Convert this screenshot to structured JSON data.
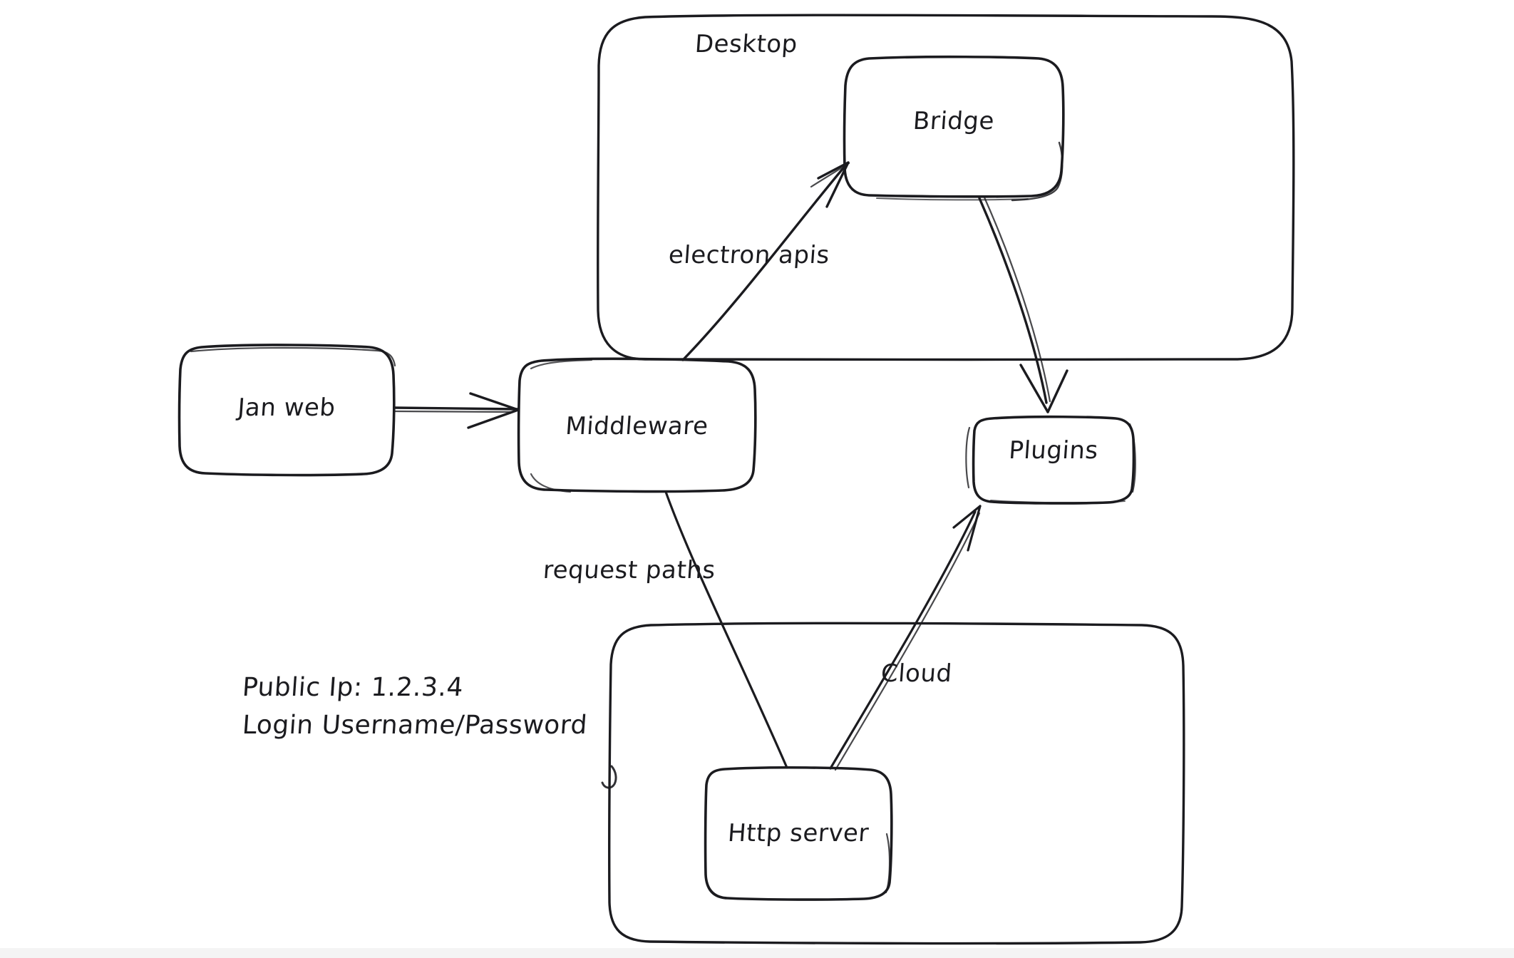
{
  "diagram": {
    "title": "Jan architecture sketch",
    "style": "hand-drawn whiteboard",
    "stroke_color": "#1b1b1f",
    "background_color": "#ffffff",
    "containers": [
      {
        "id": "desktop",
        "label": "Desktop"
      },
      {
        "id": "cloud",
        "label": ""
      }
    ],
    "nodes": [
      {
        "id": "jan-web",
        "label": "Jan web"
      },
      {
        "id": "middleware",
        "label": "Middleware"
      },
      {
        "id": "bridge",
        "label": "Bridge"
      },
      {
        "id": "plugins",
        "label": "Plugins"
      },
      {
        "id": "http-server",
        "label": "Http server"
      }
    ],
    "edges": [
      {
        "id": "jan-web-to-middleware",
        "from": "jan-web",
        "to": "middleware",
        "label": ""
      },
      {
        "id": "middleware-to-bridge",
        "from": "middleware",
        "to": "bridge",
        "label": "electron apis"
      },
      {
        "id": "bridge-to-plugins",
        "from": "bridge",
        "to": "plugins",
        "label": ""
      },
      {
        "id": "http-server-to-middleware",
        "from": "http-server",
        "to": "middleware",
        "label": "request paths"
      },
      {
        "id": "http-server-to-plugins",
        "from": "http-server",
        "to": "plugins",
        "label": "Cloud"
      }
    ],
    "notes": {
      "public_ip": "Public Ip: 1.2.3.4",
      "login": "Login Username/Password"
    }
  }
}
